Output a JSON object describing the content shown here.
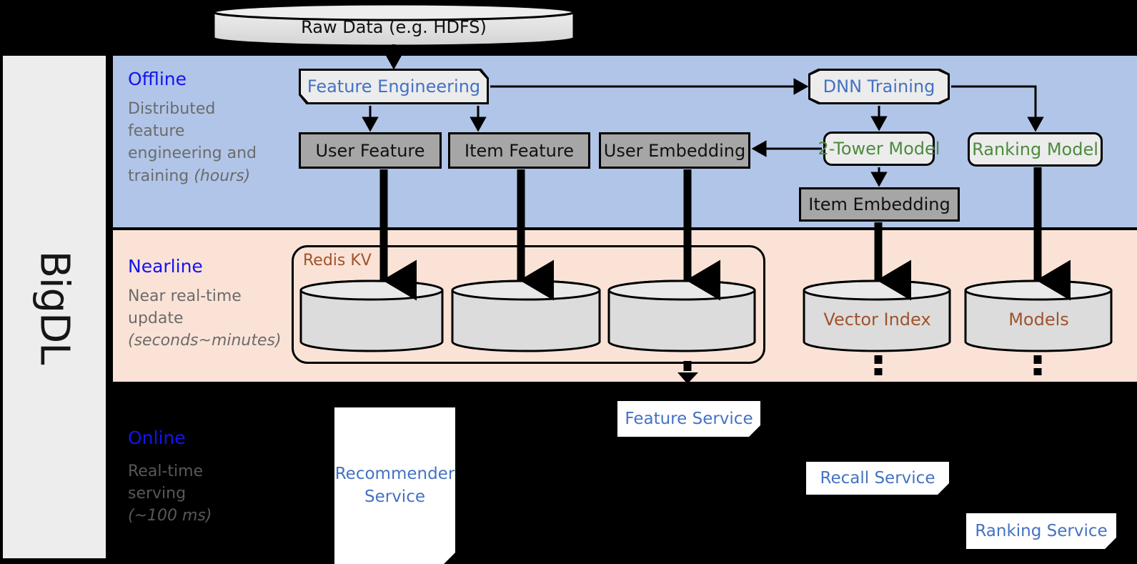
{
  "diagram": {
    "platform_label": "BigDL",
    "bands": [
      {
        "id": "offline",
        "title": "Offline",
        "desc_line1": "Distributed",
        "desc_line2": "feature",
        "desc_line3": "engineering and",
        "desc_line4": "training ",
        "desc_italic": "(hours)",
        "color": "#B1C5E8"
      },
      {
        "id": "nearline",
        "title": "Nearline",
        "desc_line1": "Near real-time",
        "desc_line2": "update",
        "desc_italic": "(seconds~minutes)",
        "color": "#FAE3D6"
      },
      {
        "id": "online",
        "title": "Online",
        "desc_line1": "Real-time",
        "desc_line2": "serving",
        "desc_italic": "(~100 ms)",
        "color": "#000000"
      }
    ],
    "nodes": {
      "raw_data": "Raw Data (e.g. HDFS)",
      "feature_engineering": "Feature Engineering",
      "dnn_training": "DNN Training",
      "user_feature": "User Feature",
      "item_feature": "Item Feature",
      "user_embedding": "User Embedding",
      "two_tower_model": "2-Tower Model",
      "ranking_model": "Ranking Model",
      "item_embedding": "Item Embedding",
      "redis_kv": "Redis KV",
      "vector_index": "Vector Index",
      "models": "Models",
      "recommender_service": "Recommender Service",
      "feature_service": "Feature Service",
      "recall_service": "Recall Service",
      "ranking_service": "Ranking Service"
    },
    "colors": {
      "offline_band": "#B1C5E8",
      "nearline_band": "#FAE3D6",
      "online_band": "#000000",
      "band_title": "#1414F0",
      "band_desc": "#6B6B6B",
      "gray_node": "#A6A6A6",
      "light_node": "#ECECEC",
      "green_text": "#4C8B3C",
      "blue_text": "#4472C4",
      "brown_text": "#A0522D",
      "rail_bg": "#EDEDED"
    }
  }
}
